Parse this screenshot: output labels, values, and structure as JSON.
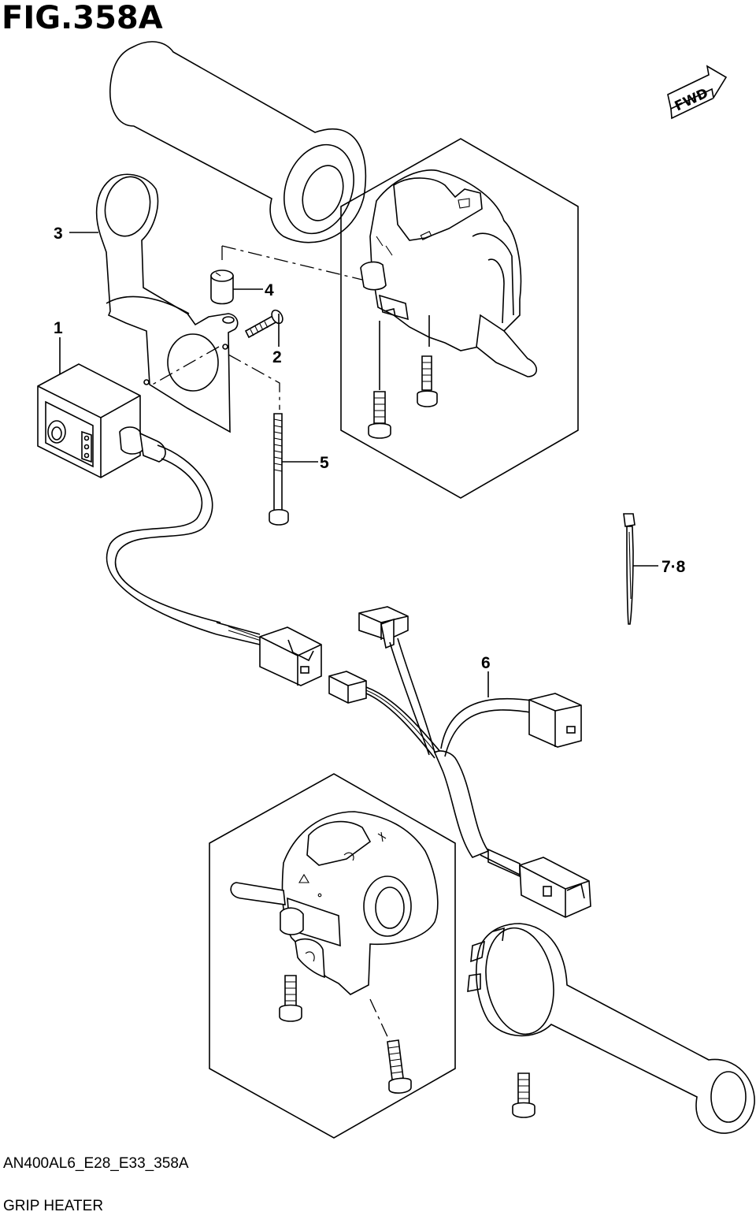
{
  "figure": {
    "title": "FIG.358A",
    "code": "AN400AL6_E28_E33_358A",
    "name": "GRIP HEATER",
    "fwd_label": "FWD"
  },
  "callouts": {
    "c1": "1",
    "c2": "2",
    "c3": "3",
    "c4": "4",
    "c5": "5",
    "c6": "6",
    "c78": "7·8"
  }
}
